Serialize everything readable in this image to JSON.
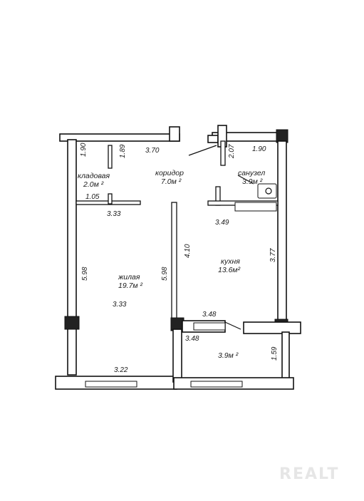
{
  "rooms": {
    "storage": {
      "name": "кладовая",
      "area": "2.0м ²"
    },
    "corridor": {
      "name": "коридор",
      "area": "7.0м ²"
    },
    "bathroom": {
      "name": "санузел",
      "area": "3.9м ²"
    },
    "kitchen": {
      "name": "кухня",
      "area": "13.6м²"
    },
    "living": {
      "name": "жилая",
      "area": "19.7м ²"
    },
    "balcony": {
      "area": "3.9м ²"
    }
  },
  "dimensions": {
    "d_190_left": "1.90",
    "d_189": "1.89",
    "d_370": "3.70",
    "d_207": "2.07",
    "d_190_right": "1.90",
    "d_105": "1.05",
    "d_333_top": "3.33",
    "d_349": "3.49",
    "d_598_left": "5.98",
    "d_598_mid": "5.98",
    "d_410": "4.10",
    "d_377": "3.77",
    "d_333_mid": "3.33",
    "d_348_upper": "3.48",
    "d_348_lower": "3.48",
    "d_159": "1.59",
    "d_322": "3.22"
  },
  "watermark": "REALT"
}
